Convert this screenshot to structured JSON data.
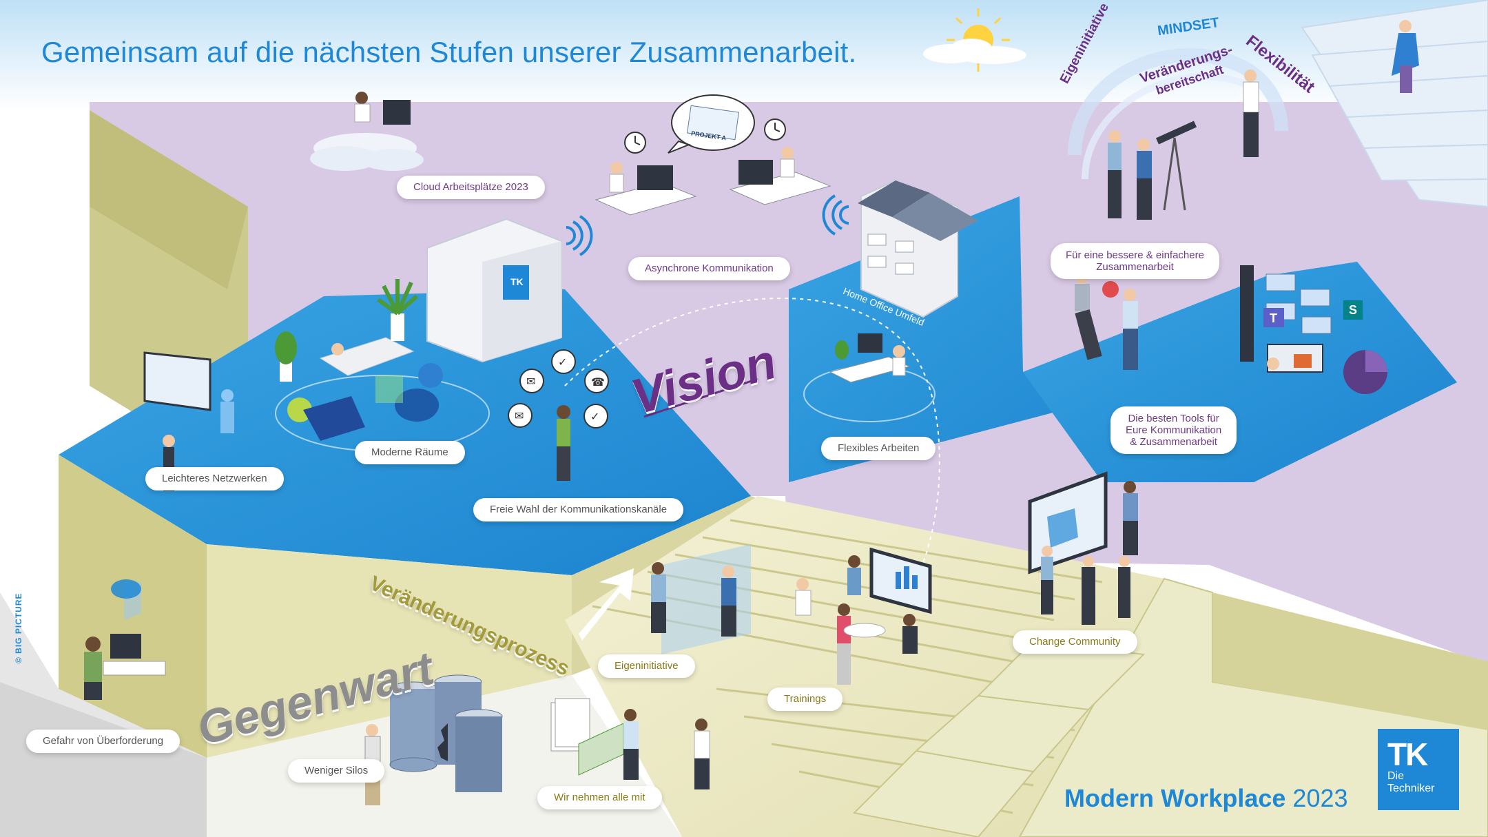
{
  "headline": "Gemeinsam auf die nächsten Stufen unserer Zusammenarbeit.",
  "big_words": {
    "vision": "Vision",
    "gegenwart": "Gegenwart",
    "veraenderungsprozess": "Veränderungsprozess"
  },
  "mindset": {
    "title": "MINDSET",
    "eigeninitiative": "Eigeninitiative",
    "veraenderung_1": "Veränderungs-",
    "veraenderung_2": "bereitschaft",
    "flexibilitaet": "Flexibilität"
  },
  "labels": {
    "cloud": "Cloud Arbeitsplätze 2023",
    "async": "Asynchrone Kommunikation",
    "bessere_1": "Für eine bessere & einfachere",
    "bessere_2": "Zusammenarbeit",
    "moderne_raeume": "Moderne Räume",
    "netzwerken": "Leichteres Netzwerken",
    "freie_wahl": "Freie Wahl der Kommunikationskanäle",
    "flexibles": "Flexibles Arbeiten",
    "tools_1": "Die besten Tools für",
    "tools_2": "Eure Kommunikation",
    "tools_3": "& Zusammenarbeit",
    "change_community": "Change Community",
    "eigeninitiative": "Eigeninitiative",
    "trainings": "Trainings",
    "gefahr": "Gefahr von Überforderung",
    "weniger_silos": "Weniger Silos",
    "wir_nehmen": "Wir nehmen alle mit"
  },
  "scene_text": {
    "projekt": "PROJEKT A",
    "home_office": "Home Office Umfeld"
  },
  "footer": {
    "title_bold": "Modern Workplace",
    "title_year": "2023"
  },
  "logo": {
    "mark": "TK",
    "name_1": "Die",
    "name_2": "Techniker"
  },
  "credit": "© BIG PICTURE",
  "colors": {
    "brand_blue": "#1e88d6",
    "lilac": "#d7c8e3",
    "floor_blue": "#2e96d8",
    "olive": "#d6d39a",
    "vision_purple": "#6b2f86"
  }
}
